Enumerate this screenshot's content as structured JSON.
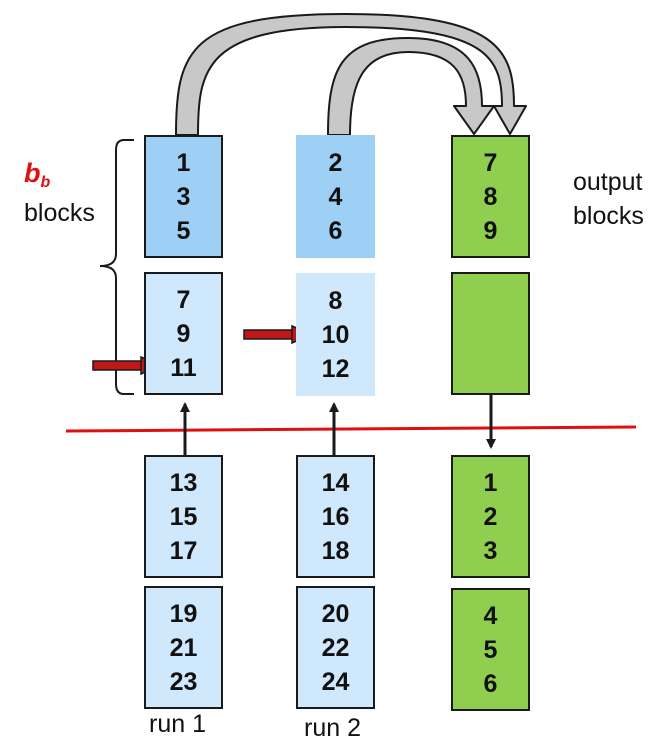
{
  "colors": {
    "in_memory_block": "#9ecff4",
    "buffered_block": "#cfe8fb",
    "output_block": "#8fce4f",
    "separator_line": "#e01010",
    "pointer_arrow": "#c01818",
    "transfer_arrow_fill": "#c8c8c8"
  },
  "labels": {
    "bb_main": "b",
    "bb_sub": "b",
    "blocks": "blocks",
    "output_line1": "output",
    "output_line2": "blocks",
    "run1": "run 1",
    "run2": "run 2"
  },
  "run1": {
    "memory_top": [
      "1",
      "3",
      "5"
    ],
    "memory_bottom": [
      "7",
      "9",
      "11"
    ],
    "disk": [
      [
        "13",
        "15",
        "17"
      ],
      [
        "19",
        "21",
        "23"
      ]
    ]
  },
  "run2": {
    "memory_top": [
      "2",
      "4",
      "6"
    ],
    "memory_bottom": [
      "8",
      "10",
      "12"
    ],
    "disk": [
      [
        "14",
        "16",
        "18"
      ],
      [
        "20",
        "22",
        "24"
      ]
    ]
  },
  "output": {
    "memory_top": [
      "7",
      "8",
      "9"
    ],
    "memory_bottom": [],
    "disk": [
      [
        "1",
        "2",
        "3"
      ],
      [
        "4",
        "5",
        "6"
      ]
    ]
  }
}
